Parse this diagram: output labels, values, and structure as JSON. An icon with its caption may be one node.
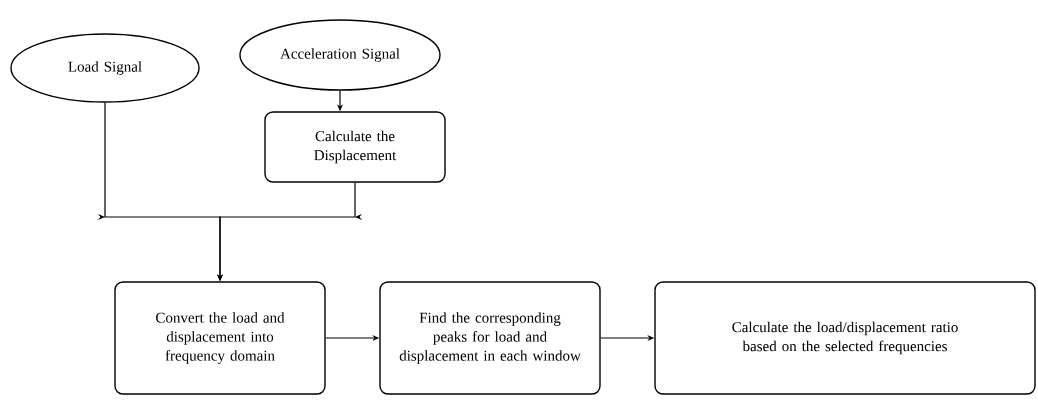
{
  "diagram": {
    "nodes": [
      {
        "text": [
          "Load Signal"
        ]
      },
      {
        "text": [
          "Acceleration Signal"
        ]
      },
      {
        "text": [
          "Calculate the Displacement"
        ]
      },
      {
        "text": [
          "Convert the load and displacement into frequency domain"
        ]
      },
      {
        "text": [
          "Find the corresponding peaks for load and displacement in each window"
        ]
      },
      {
        "text": [
          "Calculate the load/displacement ratio based on the selected frequencies"
        ]
      }
    ],
    "edges": [
      {
        "from": 1,
        "to": 2,
        "arrow": "to"
      },
      {
        "from": 0,
        "to": 3,
        "arrow": "to"
      },
      {
        "from": 2,
        "to": 3,
        "arrow": "to"
      },
      {
        "from": 3,
        "to": 4,
        "arrow": "to"
      },
      {
        "from": 4,
        "to": 5,
        "arrow": "to"
      }
    ]
  }
}
